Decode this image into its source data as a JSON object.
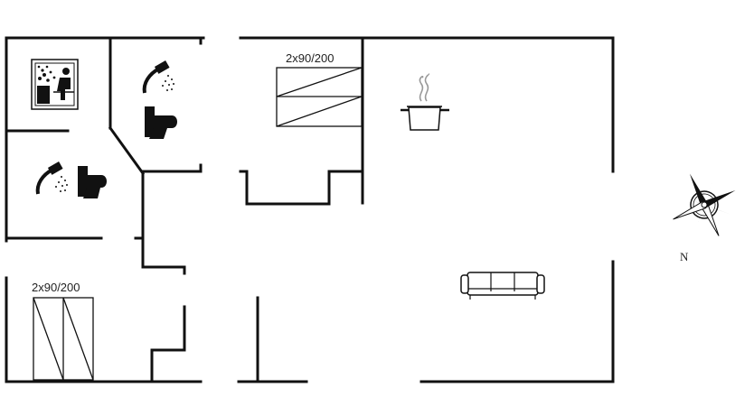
{
  "floor_plan": {
    "bedroom_1": {
      "bed_label": "2x90/200"
    },
    "bedroom_2": {
      "bed_label": "2x90/200"
    }
  },
  "icons": {
    "sauna": "sauna-icon",
    "shower": "shower-icon",
    "toilet": "toilet-icon",
    "kitchen": "cooking-pot-icon",
    "sofa": "sofa-icon",
    "compass": "compass-rose-icon"
  },
  "compass": {
    "north_label": "N"
  }
}
